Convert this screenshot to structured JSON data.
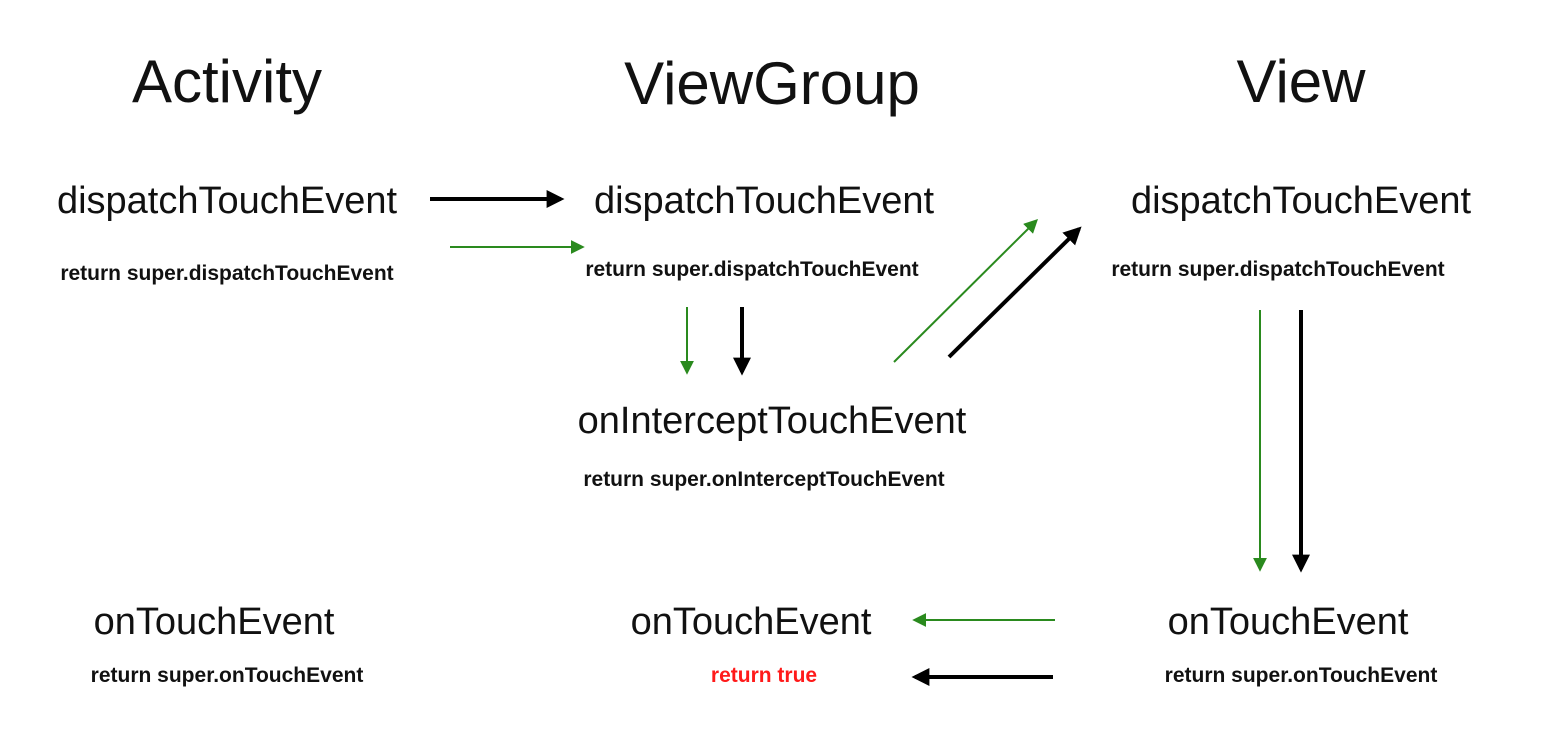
{
  "colors": {
    "black_arrow": "#000000",
    "green_arrow": "#2a8a1e",
    "highlight_text": "#ff1a1a"
  },
  "columns": {
    "activity": {
      "heading": "Activity",
      "dispatch": {
        "method": "dispatchTouchEvent",
        "ret": "return super.dispatchTouchEvent"
      },
      "touch": {
        "method": "onTouchEvent",
        "ret": "return super.onTouchEvent"
      }
    },
    "viewgroup": {
      "heading": "ViewGroup",
      "dispatch": {
        "method": "dispatchTouchEvent",
        "ret": "return super.dispatchTouchEvent"
      },
      "intercept": {
        "method": "onInterceptTouchEvent",
        "ret": "return super.onInterceptTouchEvent"
      },
      "touch": {
        "method": "onTouchEvent",
        "ret": "return true"
      }
    },
    "view": {
      "heading": "View",
      "dispatch": {
        "method": "dispatchTouchEvent",
        "ret": "return super.dispatchTouchEvent"
      },
      "touch": {
        "method": "onTouchEvent",
        "ret": "return super.onTouchEvent"
      }
    }
  }
}
